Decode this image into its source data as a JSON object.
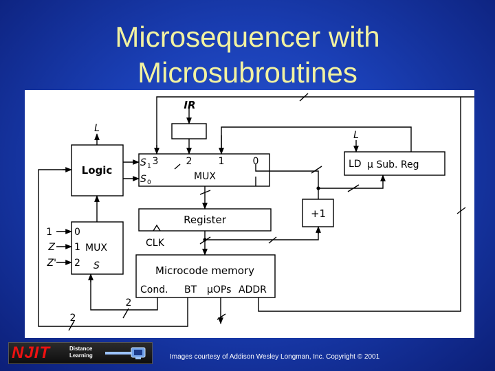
{
  "slide": {
    "title_line1": "Microsequencer with",
    "title_line2": "Microsubroutines",
    "credit": "Images courtesy of Addison Wesley Longman, Inc. Copyright © 2001"
  },
  "logo": {
    "text": "NJIT",
    "subtitle_line1": "Distance",
    "subtitle_line2": "Learning"
  },
  "diagram": {
    "ir_label": "IR",
    "logic_label": "Logic",
    "logic_load_label": "L",
    "mux_main": {
      "s1": "S",
      "s1_sub": "1",
      "s0": "S",
      "s0_sub": "0",
      "in3": "3",
      "in2": "2",
      "in1": "1",
      "in0": "0",
      "label": "MUX"
    },
    "subreg": {
      "ld": "LD",
      "label": "μ Sub. Reg",
      "load_label": "L"
    },
    "register_label": "Register",
    "clk_label": "CLK",
    "plus_one_label": "+1",
    "small_mux": {
      "label": "MUX",
      "in0": "0",
      "in1": "1",
      "in2": "2",
      "select": "S",
      "input0_label": "1",
      "input1_label": "Z",
      "input2_label": "Z'"
    },
    "memory": {
      "label": "Microcode memory",
      "cond": "Cond.",
      "bt": "BT",
      "uops": "μOPs",
      "addr": "ADDR"
    },
    "bus_width_cond": "2",
    "bus_width_bt": "2"
  }
}
